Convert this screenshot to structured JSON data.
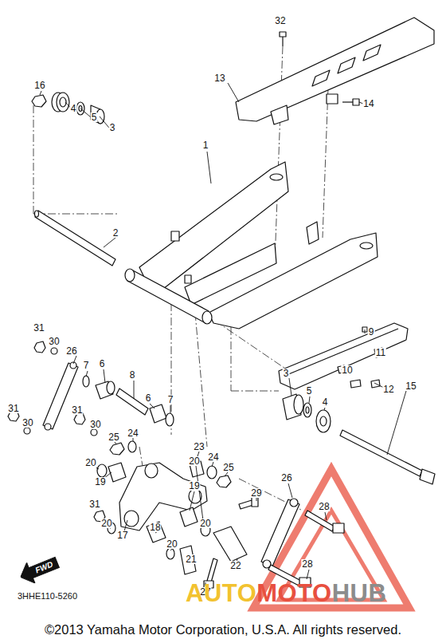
{
  "diagram": {
    "nodes": [
      {
        "text": [
          "FWD"
        ]
      }
    ],
    "labels": [
      "32",
      "13",
      "14",
      "16",
      "4",
      "5",
      "3",
      "1",
      "2",
      "9",
      "11",
      "10",
      "12",
      "31",
      "30",
      "26",
      "7",
      "6",
      "8",
      "3",
      "5",
      "4",
      "15",
      "6",
      "7",
      "31",
      "30",
      "31",
      "30",
      "25",
      "24",
      "23",
      "24",
      "25",
      "20",
      "19",
      "20",
      "19",
      "29",
      "26",
      "28",
      "31",
      "20",
      "17",
      "20",
      "18",
      "20",
      "21",
      "22",
      "27",
      "28",
      "3HHE110-5260",
      "AUTO",
      "MOTO",
      "HUB",
      "©2013 Yamaha Motor Corporation, U.S.A. All rights reserved."
    ]
  }
}
